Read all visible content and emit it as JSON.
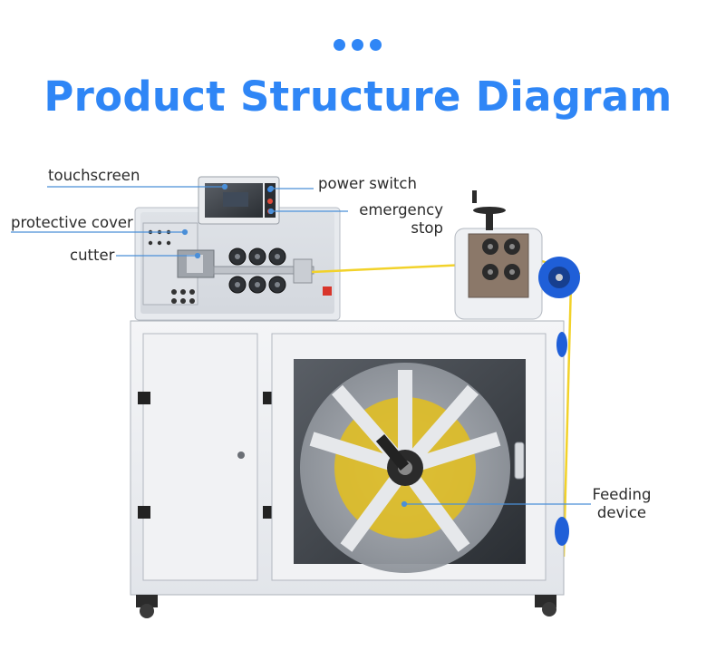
{
  "header": {
    "title": "Product Structure Diagram"
  },
  "labels": {
    "touchscreen": "touchscreen",
    "power_switch": "power switch",
    "emergency_stop_line1": "emergency",
    "emergency_stop_line2": "stop",
    "protective_cover": "protective cover",
    "cutter": "cutter",
    "feeding_device_line1": "Feeding",
    "feeding_device_line2": "device"
  },
  "colors": {
    "accent": "#2f86f6",
    "leader_line": "#4a8fd8",
    "wire": "#f2d22a",
    "machine_body": "#eef0f3",
    "frame_dark": "#3c3c3c"
  }
}
